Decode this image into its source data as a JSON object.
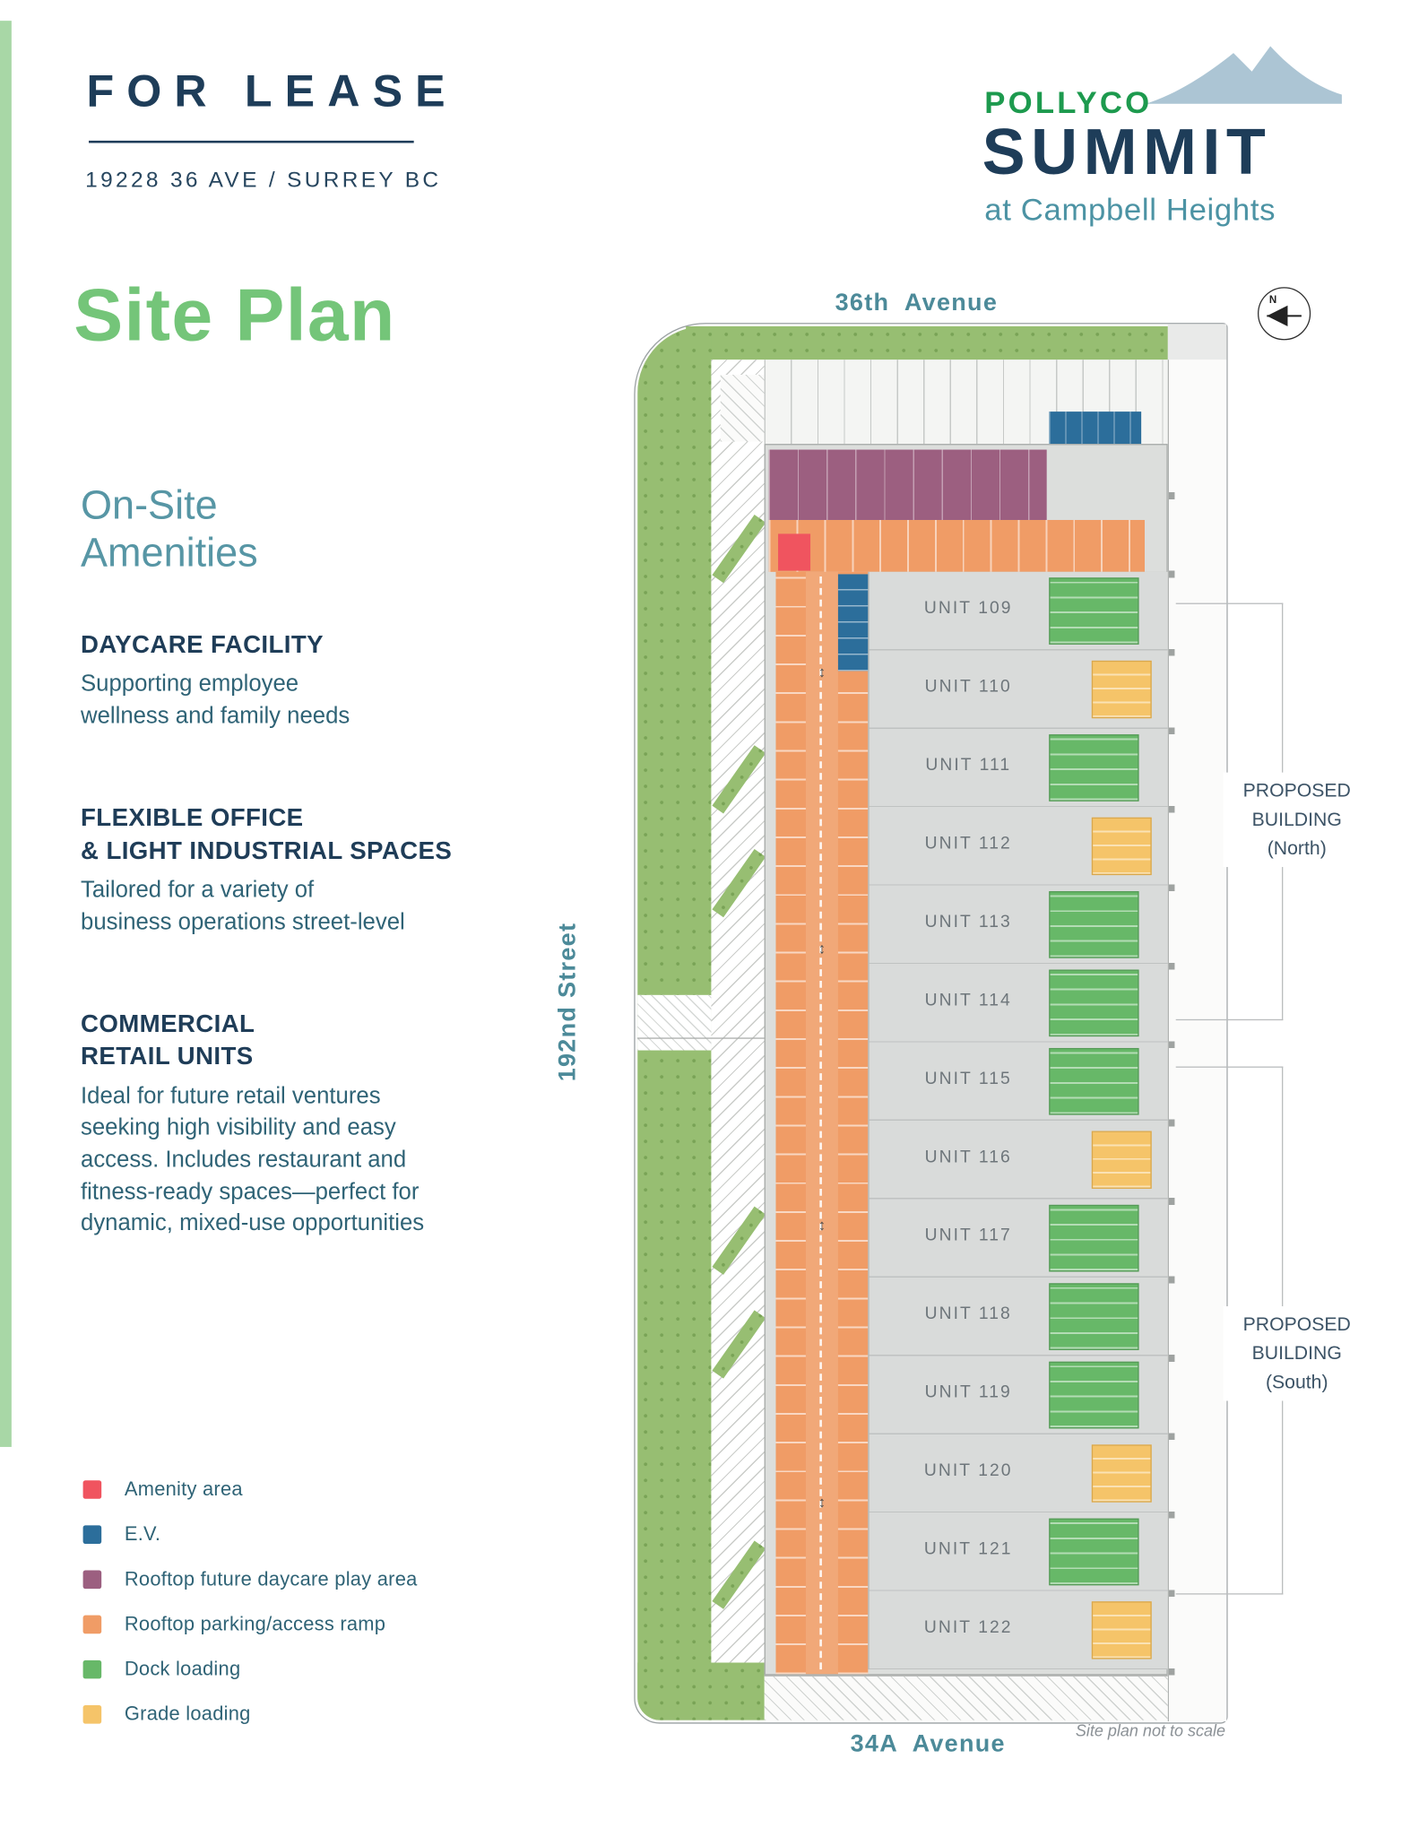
{
  "header": {
    "for_lease": "FOR LEASE",
    "address": "19228 36 AVE / SURREY BC"
  },
  "logo": {
    "brand": "POLLYCO",
    "name": "SUMMIT",
    "tagline": "at Campbell Heights"
  },
  "page_title": "Site Plan",
  "amenities": {
    "heading": "On-Site\nAmenities",
    "sections": [
      {
        "title": "DAYCARE FACILITY",
        "body": "Supporting employee\nwellness and family needs"
      },
      {
        "title": "FLEXIBLE OFFICE\n& LIGHT INDUSTRIAL SPACES",
        "body": "Tailored for a variety of\nbusiness operations street-level"
      },
      {
        "title": "COMMERCIAL\nRETAIL UNITS",
        "body": "Ideal for future retail ventures\nseeking high visibility and easy\naccess. Includes restaurant and\nfitness-ready spaces—perfect for\ndynamic, mixed-use opportunities"
      }
    ]
  },
  "legend": [
    {
      "label": "Amenity area",
      "color": "#F0545F"
    },
    {
      "label": "E.V.",
      "color": "#2C6E9B"
    },
    {
      "label": "Rooftop future daycare play area",
      "color": "#9C5F80"
    },
    {
      "label": "Rooftop parking/access ramp",
      "color": "#F09C66"
    },
    {
      "label": "Dock loading",
      "color": "#67B868"
    },
    {
      "label": "Grade loading",
      "color": "#F5C469"
    }
  ],
  "site_plan": {
    "street_top": "36th  Avenue",
    "street_left": "192nd Street",
    "street_bottom": "34A  Avenue",
    "north_label": "N",
    "note": "Site plan not to scale",
    "proposed_north": "PROPOSED\nBUILDING\n(North)",
    "proposed_south": "PROPOSED\nBUILDING\n(South)",
    "units": [
      {
        "label": "UNIT 109",
        "loading": "dock"
      },
      {
        "label": "UNIT 110",
        "loading": "grade"
      },
      {
        "label": "UNIT 111",
        "loading": "dock"
      },
      {
        "label": "UNIT 112",
        "loading": "grade"
      },
      {
        "label": "UNIT 113",
        "loading": "dock"
      },
      {
        "label": "UNIT 114",
        "loading": "dock"
      },
      {
        "label": "UNIT 115",
        "loading": "dock"
      },
      {
        "label": "UNIT 116",
        "loading": "grade"
      },
      {
        "label": "UNIT 117",
        "loading": "dock"
      },
      {
        "label": "UNIT 118",
        "loading": "dock"
      },
      {
        "label": "UNIT 119",
        "loading": "dock"
      },
      {
        "label": "UNIT 120",
        "loading": "grade"
      },
      {
        "label": "UNIT 121",
        "loading": "dock"
      },
      {
        "label": "UNIT 122",
        "loading": "grade"
      }
    ],
    "icons": {
      "two_way_arrow": "↕"
    }
  }
}
